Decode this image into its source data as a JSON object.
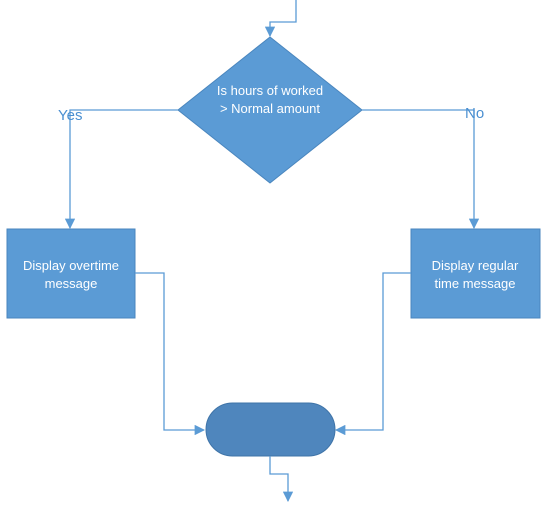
{
  "diagram": {
    "decision": {
      "line1": "Is hours of worked",
      "line2": "> Normal amount"
    },
    "branch_yes_label": "Yes",
    "branch_no_label": "No",
    "process_left": {
      "line1": "Display overtime",
      "line2": "message"
    },
    "process_right": {
      "line1": "Display regular",
      "line2": "time message"
    },
    "colors": {
      "shape_fill": "#5b9bd5",
      "shape_stroke": "#4a86be",
      "terminator_fill": "#4f86bd",
      "connector": "#5b9bd5",
      "label_text": "#4a8fd1",
      "shape_text": "#ffffff"
    }
  }
}
